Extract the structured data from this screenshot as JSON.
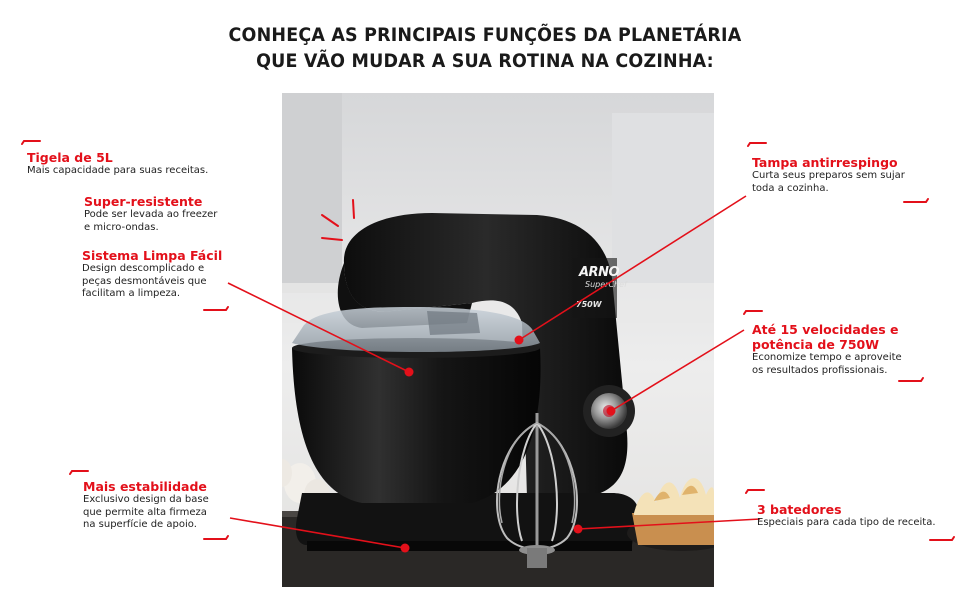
{
  "headline": {
    "line1": "CONHEÇA AS PRINCIPAIS FUNÇÕES DA PLANETÁRIA",
    "line2": "QUE VÃO MUDAR A SUA ROTINA NA COZINHA:"
  },
  "product": {
    "brand": "ARNO",
    "model": "SuperChef",
    "power": "750W"
  },
  "colors": {
    "accent": "#e3101a",
    "text": "#222222",
    "product": "#151515"
  },
  "features": {
    "tigela": {
      "title": "Tigela de 5L",
      "desc": "Mais capacidade para suas receitas."
    },
    "super_resistente": {
      "title": "Super-resistente",
      "desc": "Pode ser levada ao freezer\ne micro-ondas."
    },
    "limpa_facil": {
      "title": "Sistema Limpa Fácil",
      "desc": "Design descomplicado e\npeças desmontáveis que\nfacilitam a limpeza."
    },
    "estabilidade": {
      "title": "Mais estabilidade",
      "desc": "Exclusivo design da base\nque permite alta firmeza\nna superfície de apoio."
    },
    "tampa": {
      "title": "Tampa antirrespingo",
      "desc": "Curta seus preparos sem sujar\ntoda a cozinha."
    },
    "velocidades": {
      "title": "Até 15 velocidades e\npotência de 750W",
      "desc": "Economize tempo e aproveite\nos resultados profissionais."
    },
    "batedores": {
      "title": "3 batedores",
      "desc": "Especiais para cada tipo de receita."
    }
  }
}
